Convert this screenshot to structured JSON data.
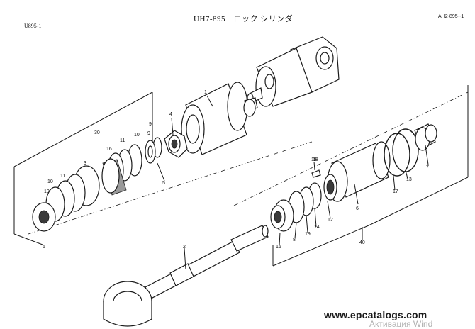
{
  "header": {
    "title": "UH7-895　ロック シリンダ",
    "ref": "AH2-895--1",
    "model": "U895-1"
  },
  "footer": {
    "site": "www.epcatalogs.com",
    "activation": "Активация Wind"
  },
  "callouts": [
    "1",
    "2",
    "3",
    "4",
    "5",
    "6",
    "7",
    "8",
    "9",
    "10",
    "11",
    "12",
    "13",
    "14",
    "15",
    "16",
    "17",
    "18",
    "19",
    "30",
    "40",
    "5",
    "10",
    "11",
    "18",
    "9",
    "10"
  ]
}
